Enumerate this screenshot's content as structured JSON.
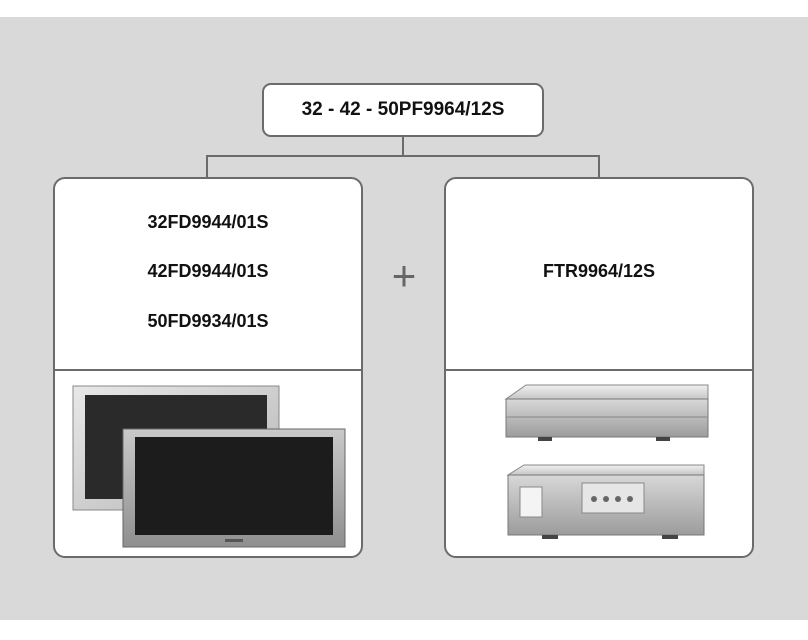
{
  "header": {
    "label": "32 - 42 - 50PF9964/12S"
  },
  "left": {
    "models": [
      "32FD9944/01S",
      "42FD9944/01S",
      "50FD9934/01S"
    ]
  },
  "plus_symbol": "+",
  "right": {
    "models": [
      "FTR9964/12S"
    ]
  },
  "colors": {
    "background": "#d9d9d9",
    "box_border": "#6b6b6b",
    "text": "#111111"
  }
}
